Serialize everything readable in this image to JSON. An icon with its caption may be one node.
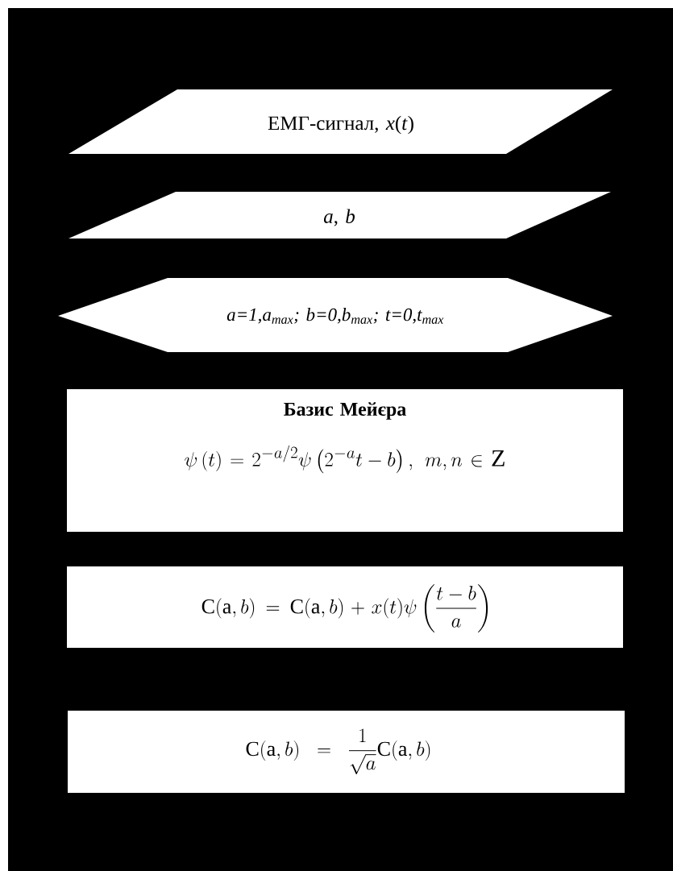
{
  "diagram": {
    "nodes": [
      {
        "text": [
          "ЕМГ-сигнал, *x*(*t*)"
        ]
      },
      {
        "text": [
          "*a*, *b*"
        ]
      },
      {
        "text": [
          "a=1,a$_{max}$; b=0,b$_{max}$; t=0,t$_{max}$"
        ]
      },
      {
        "text": [
          "Базис Мейєра",
          "\\psi\\left(t\\right)=2^{-a/2}\\psi\\left(2^{-a}t-b\\right),\\ m,n\\in \\mathrm{Z}"
        ]
      },
      {
        "text": [
          "\\mathrm{C}(\\mathrm{a},b)=\\mathrm{C}(\\mathrm{a},b)+x(t)\\psi\\left(\\frac{t-b}{a}\\right)"
        ]
      },
      {
        "text": [
          "\\mathrm{C}(\\mathrm{a},b)=\\frac{1}{\\sqrt{a}}\\mathrm{C}(\\mathrm{a},b)"
        ]
      }
    ]
  }
}
